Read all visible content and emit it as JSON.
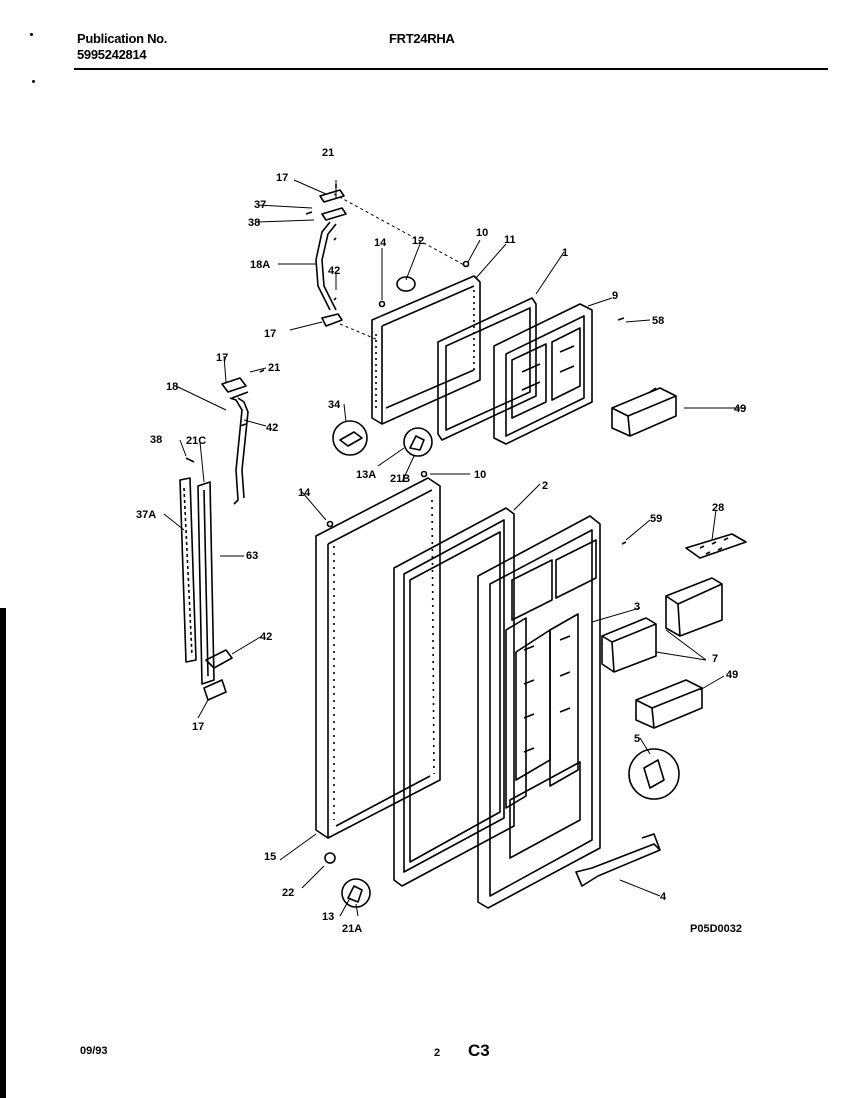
{
  "header": {
    "publication_label": "Publication No.",
    "publication_number": "5995242814",
    "model": "FRT24RHA"
  },
  "diagram": {
    "code": "P05D0032",
    "callouts": [
      "21",
      "17",
      "37",
      "38",
      "18A",
      "42",
      "17",
      "12",
      "14",
      "10",
      "11",
      "1",
      "9",
      "58",
      "17",
      "21",
      "18",
      "42",
      "34",
      "13A",
      "21B",
      "10",
      "49",
      "38",
      "21C",
      "37A",
      "63",
      "42",
      "17",
      "14",
      "2",
      "59",
      "28",
      "3",
      "7",
      "49",
      "5",
      "15",
      "22",
      "13",
      "21A",
      "4"
    ]
  },
  "footer": {
    "date": "09/93",
    "page": "2",
    "section": "C3"
  }
}
